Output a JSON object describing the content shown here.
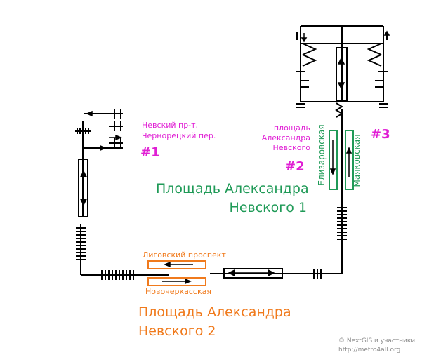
{
  "entrances": {
    "e1_line1": "Невский пр-т,",
    "e1_line2": "Чернорецкий пер.",
    "e1_number": "#1",
    "e2_line1": "площадь",
    "e2_line2": "Александра",
    "e2_line3": "Невского",
    "e2_number": "#2",
    "e3_number": "#3"
  },
  "stations": {
    "nevsky1_line1": "Площадь Александра",
    "nevsky1_line2": "Невского 1",
    "nevsky2_line1": "Площадь Александра",
    "nevsky2_line2": "Невского 2"
  },
  "platforms": {
    "ligovsky": "Лиговский проспект",
    "novocherkasskaya": "Новочеркасская",
    "elizarovskaya": "Елизаровская",
    "mayakovskaya": "Маяковская"
  },
  "copyright": {
    "line1": "© NextGIS и участники",
    "line2": "http://metro4all.org"
  },
  "colors": {
    "magenta": "#e01fd4",
    "green": "#1f9a57",
    "orange": "#f07a1c",
    "lines": "#000000"
  }
}
